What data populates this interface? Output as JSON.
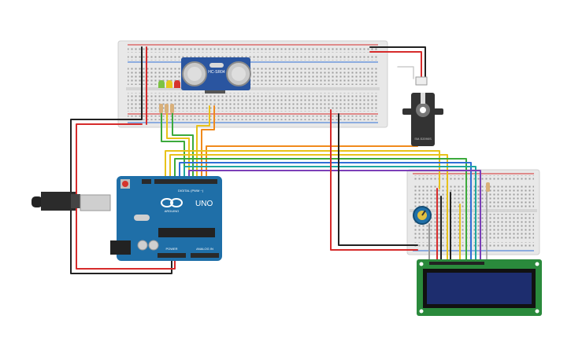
{
  "canvas": {
    "background": "#ffffff"
  },
  "components": {
    "ultrasonic_sensor": {
      "label": "HC-SR04"
    },
    "arduino": {
      "brand": "ARDUINO",
      "model": "UNO",
      "digital_header": "DIGITAL (PWM ~)",
      "power_header": "POWER",
      "analog_header": "ANALOG IN"
    },
    "servo": {
      "label": "SM-S2090S"
    },
    "lcd": {
      "label": ""
    },
    "potentiometer": {
      "label": ""
    },
    "leds": [
      {
        "color": "#7cc242"
      },
      {
        "color": "#e6c81e"
      },
      {
        "color": "#d6342c"
      }
    ]
  },
  "wire_colors": {
    "black": "#222222",
    "red": "#d62b2b",
    "yellow": "#e8c21a",
    "orange": "#f08a1c",
    "green": "#3caa3c",
    "blue": "#2f6fd6",
    "teal": "#1ea7a0",
    "purple": "#7b3fb8",
    "gray": "#9a9a9a"
  },
  "colors": {
    "breadboard": "#e6e6e6",
    "breadboard_rail_red": "#d62b2b",
    "breadboard_rail_blue": "#2f6fd6",
    "arduino_board": "#1f6fa8",
    "lcd_pcb": "#2a8a3c",
    "lcd_screen": "#1d2d6e",
    "sensor_pcb": "#2a55a0"
  }
}
